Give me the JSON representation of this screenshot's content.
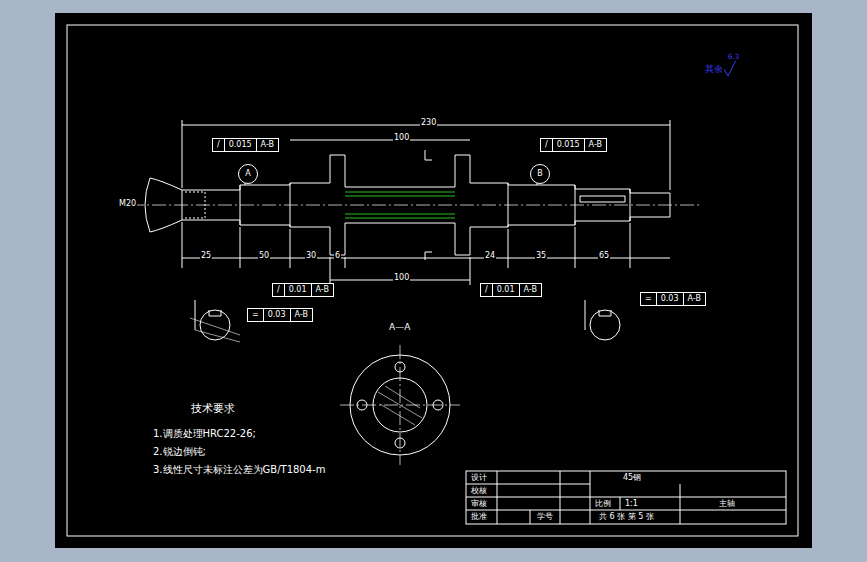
{
  "diagram": {
    "nodes": [
      {
        "text": [
          "/",
          "0.015",
          "A-B"
        ]
      },
      {
        "text": [
          "/",
          "0.015",
          "A-B"
        ]
      },
      {
        "text": [
          "/",
          "0.01",
          "A-B"
        ]
      },
      {
        "text": [
          "/",
          "0.01",
          "A-B"
        ]
      },
      {
        "text": [
          "=",
          "0.03",
          "A-B"
        ]
      },
      {
        "text": [
          "=",
          "0.03",
          "A-B"
        ]
      },
      {
        "text": [
          "A"
        ]
      },
      {
        "text": [
          "B"
        ]
      }
    ],
    "labels": [
      "230",
      "100",
      "100",
      "25",
      "50",
      "30",
      "6",
      "24",
      "35",
      "65",
      "M20",
      "A—A",
      "技术要求",
      "1.调质处理HRC22-26;",
      "2.锐边倒钝;",
      "3.线性尺寸未标注公差为GB/T1804-m",
      "设计",
      "校核",
      "审核",
      "批准",
      "学号",
      "45钢",
      "比例",
      "1:1",
      "主轴",
      "共 6 张 第 5 张",
      "其余",
      "6.3"
    ]
  }
}
